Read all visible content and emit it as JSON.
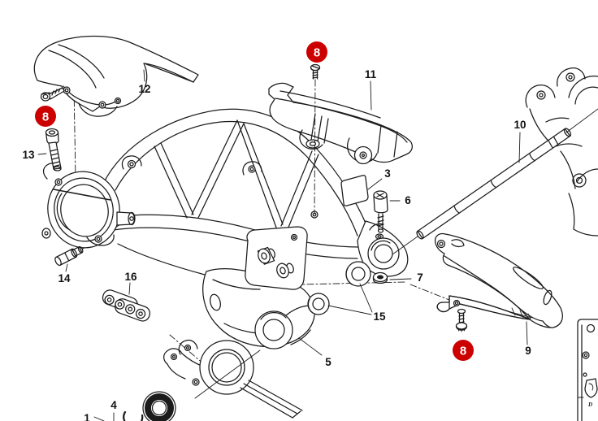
{
  "diagram": {
    "colors": {
      "background": "#ffffff",
      "line": "#1b1b1b",
      "badge_fill": "#cc0000",
      "badge_text": "#ffffff",
      "label_text": "#111111"
    },
    "part_labels": [
      {
        "number": "12"
      },
      {
        "number": "13"
      },
      {
        "number": "11"
      },
      {
        "number": "3"
      },
      {
        "number": "6"
      },
      {
        "number": "10"
      },
      {
        "number": "7"
      },
      {
        "number": "15"
      },
      {
        "number": "9"
      },
      {
        "number": "5"
      },
      {
        "number": "14"
      },
      {
        "number": "16"
      },
      {
        "number": "4"
      },
      {
        "number": "1"
      }
    ],
    "badges": [
      {
        "label": "8"
      },
      {
        "label": "8"
      },
      {
        "label": "8"
      }
    ],
    "logo_text": "D"
  }
}
